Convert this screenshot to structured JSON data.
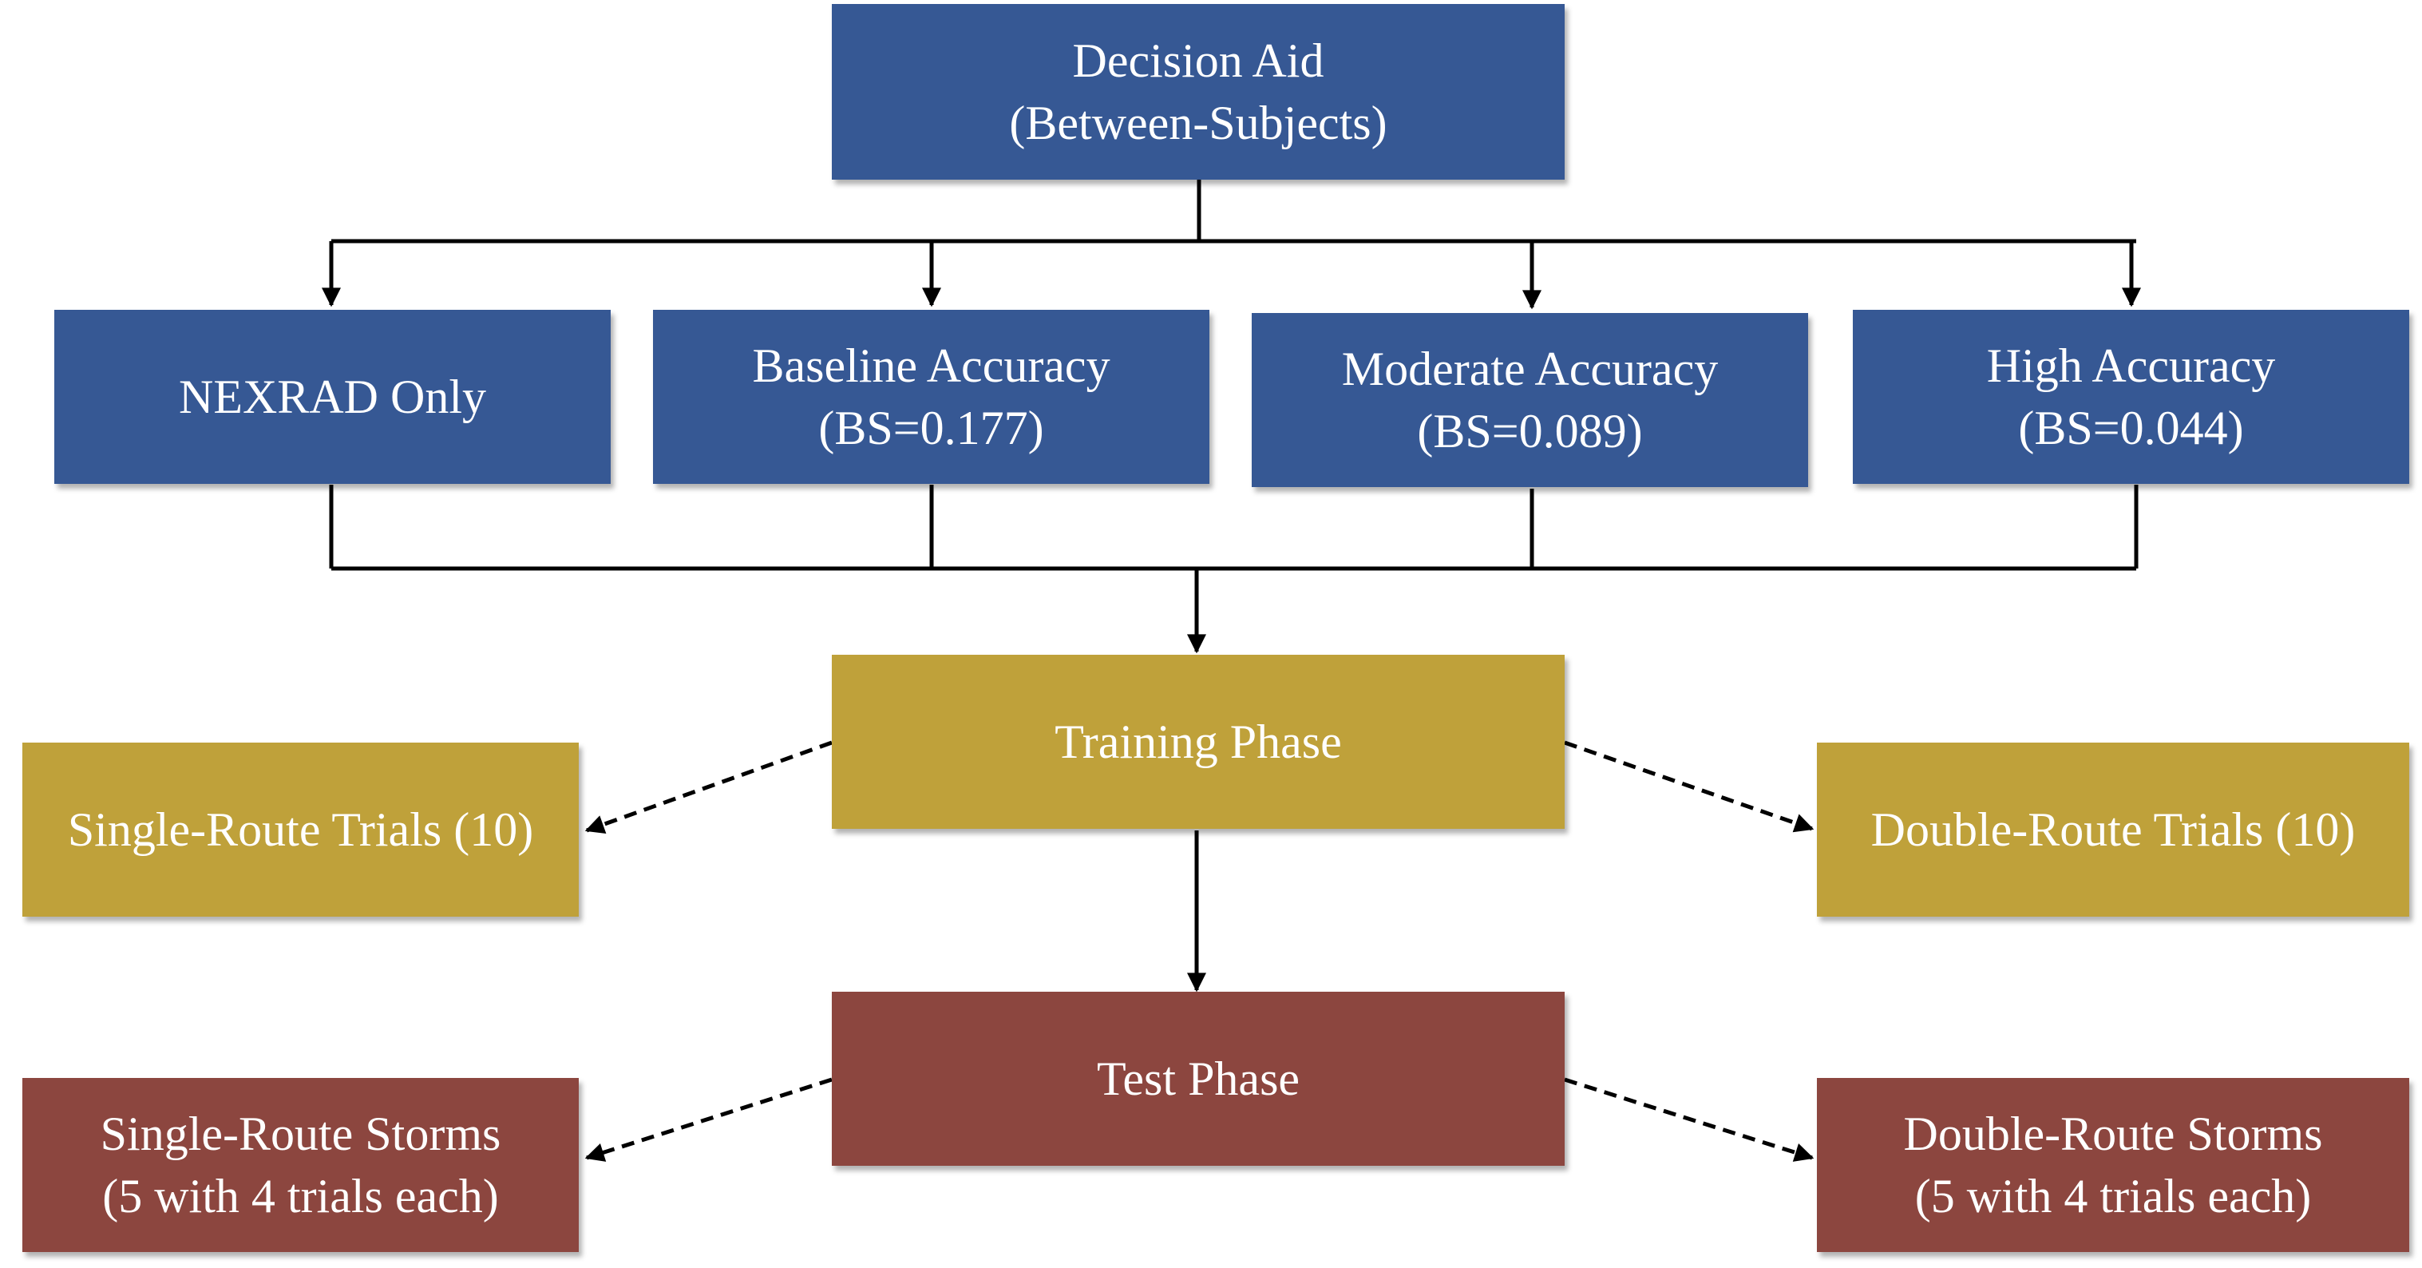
{
  "diagram": {
    "decision_aid": {
      "line1": "Decision Aid",
      "line2": "(Between-Subjects)"
    },
    "conditions": [
      {
        "line1": "NEXRAD Only"
      },
      {
        "line1": "Baseline Accuracy",
        "line2": "(BS=0.177)"
      },
      {
        "line1": "Moderate Accuracy",
        "line2": "(BS=0.089)"
      },
      {
        "line1": "High Accuracy",
        "line2": "(BS=0.044)"
      }
    ],
    "training_phase": {
      "label": "Training Phase",
      "left": "Single-Route Trials (10)",
      "right": "Double-Route Trials (10)"
    },
    "test_phase": {
      "label": "Test Phase",
      "left": {
        "line1": "Single-Route Storms",
        "line2": "(5 with 4 trials each)"
      },
      "right": {
        "line1": "Double-Route Storms",
        "line2": "(5 with 4 trials each)"
      }
    },
    "colors": {
      "blue": "#365894",
      "gold": "#bfa13a",
      "red": "#8c463f",
      "line": "#000000"
    }
  }
}
